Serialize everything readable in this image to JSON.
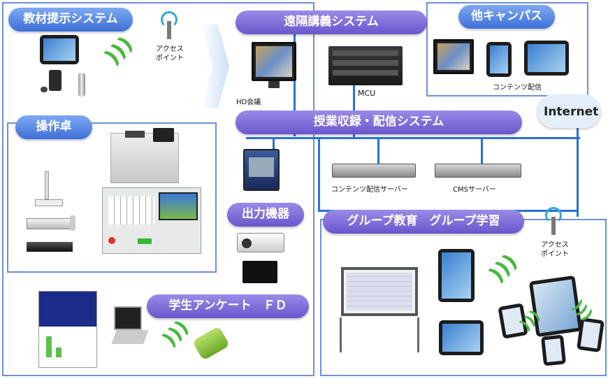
{
  "sections": {
    "kyozai": "教材提示システム",
    "sousataku": "操作卓",
    "enkaku": "遠隔講義システム",
    "tacampus": "他キャンパス",
    "jugyou": "授業収録・配信システム",
    "shutsuryoku": "出力機器",
    "anketo": "学生アンケート　ＦＤ",
    "group": "グループ教育　グループ学習"
  },
  "labels": {
    "access_point_top": "アクセス\nポイント",
    "access_point_bottom": "アクセス\nポイント",
    "hd_kaigi": "HD会議",
    "mcu": "MCU",
    "contents_haishin": "コンテンツ配信",
    "internet": "Internet",
    "contents_server": "コンテンツ配信サーバー",
    "cms_server": "CMSサーバー"
  },
  "colors": {
    "frame_border": "#6f8fd8",
    "pill_purple": "#7b66d6",
    "pill_blue": "#3d6fd8",
    "network_line": "#2a70d8",
    "wifi_green": "#48b83c"
  },
  "icons": {
    "wifi": "wifi-waves-icon",
    "antenna": "access-point-antenna-icon",
    "cloud": "cloud-icon"
  }
}
